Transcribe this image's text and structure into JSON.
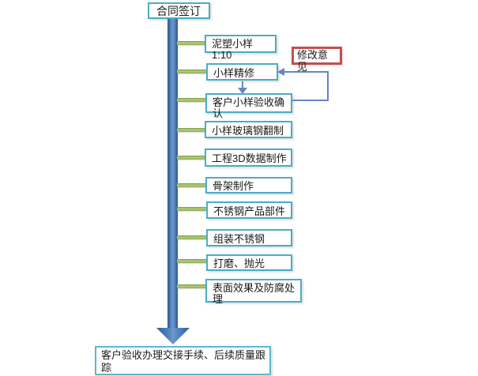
{
  "canvas": {
    "background": "#ffffff"
  },
  "palette": {
    "node_border": "#4BACC6",
    "main_arrow": "#4F81BD",
    "branch_connector": "#9BBB59",
    "feedback_border": "#C0504D",
    "thin_line": "#6485C6",
    "text": "#1a1a1a"
  },
  "flowchart": {
    "start": {
      "label": "合同签订"
    },
    "steps": [
      {
        "label": "泥塑小样",
        "sublabel": "1:10"
      },
      {
        "label": "小样精修"
      },
      {
        "label": "客户小样验收确认"
      },
      {
        "label": "小样玻璃钢翻制"
      },
      {
        "label": "工程3D数据制作"
      },
      {
        "label": "骨架制作"
      },
      {
        "label": "不锈钢产品部件"
      },
      {
        "label": "组装不锈钢"
      },
      {
        "label": "打磨、抛光"
      },
      {
        "label": "表面效果及防腐处理"
      }
    ],
    "feedback": {
      "label": "修改意见"
    },
    "end": {
      "label": "客户验收办理交接手续、后续质量跟踪"
    }
  }
}
